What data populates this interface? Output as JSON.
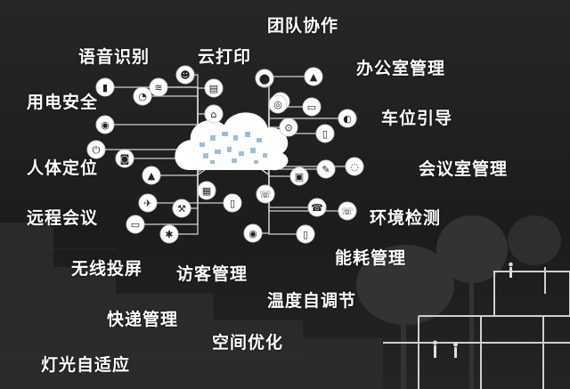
{
  "labels": {
    "team_collab": "团队协作",
    "voice_recognition": "语音识别",
    "cloud_print": "云打印",
    "office_management": "办公室管理",
    "electric_safety": "用电安全",
    "parking_guidance": "车位引导",
    "human_positioning": "人体定位",
    "meeting_room_management": "会议室管理",
    "remote_meeting": "远程会议",
    "environment_detection": "环境检测",
    "energy_management": "能耗管理",
    "wireless_projection": "无线投屏",
    "visitor_management": "访客管理",
    "temperature_regulation": "温度自调节",
    "express_management": "快递管理",
    "space_optimization": "空间优化",
    "light_adaptive": "灯光自适应"
  },
  "icons": [
    "wifi-icon",
    "printer-icon",
    "robot-icon",
    "mic-icon",
    "flask-icon",
    "headset-icon",
    "bulb-icon",
    "monitor-icon",
    "gauge-icon",
    "car-icon",
    "plug-icon",
    "gamepad-icon",
    "battery-icon",
    "camera-icon",
    "lamp-icon",
    "washer-icon",
    "power-icon",
    "watch-icon",
    "pen-icon",
    "satellite-icon",
    "plane-icon",
    "drill-icon",
    "speaker-icon",
    "tablet-icon",
    "phone-icon",
    "tv-icon",
    "webcam-icon",
    "fan-icon",
    "desk-phone-icon",
    "handset-icon",
    "tablet2-icon",
    "router-icon"
  ],
  "colors": {
    "background": "#1e1e1e",
    "text": "#ffffff",
    "line": "#d0d0d0",
    "cloud": "#ffffff"
  }
}
